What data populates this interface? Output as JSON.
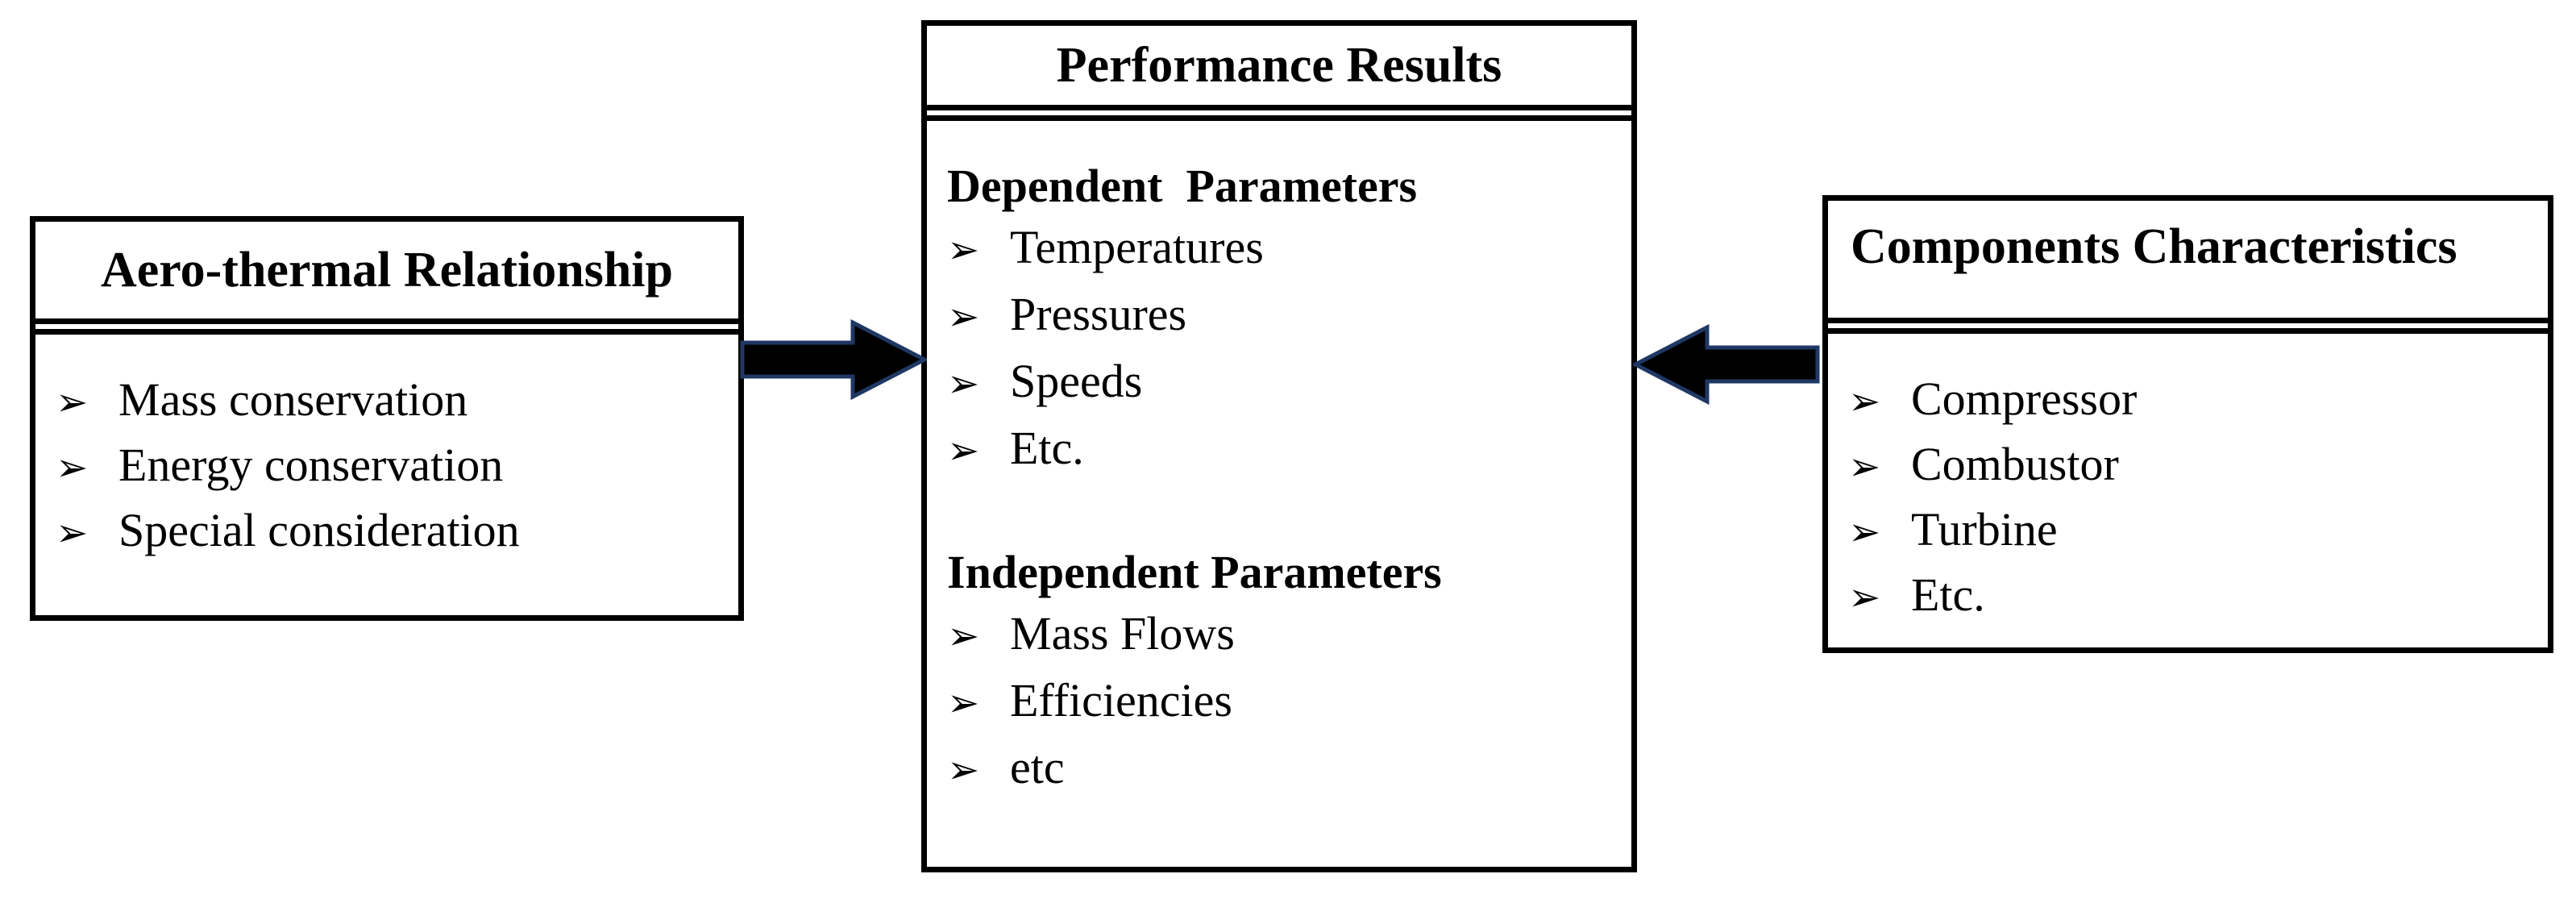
{
  "diagram": {
    "bullet_char": "➢",
    "colors": {
      "background": "#ffffff",
      "border": "#000000",
      "text": "#000000",
      "arrow_fill": "#000000",
      "arrow_outline": "#1f3864"
    },
    "left_box": {
      "title": "Aero-thermal Relationship",
      "items": [
        "Mass conservation",
        "Energy conservation",
        "Special consideration"
      ]
    },
    "center_box": {
      "title": "Performance Results",
      "sections": [
        {
          "heading": "Dependent  Parameters",
          "items": [
            "Temperatures",
            "Pressures",
            "Speeds",
            "Etc."
          ]
        },
        {
          "heading": "Independent Parameters",
          "items": [
            "Mass Flows",
            "Efficiencies",
            "etc"
          ]
        }
      ]
    },
    "right_box": {
      "title": "Components Characteristics",
      "items": [
        "Compressor",
        "Combustor",
        "Turbine",
        "Etc."
      ]
    },
    "arrows": [
      {
        "name": "left-to-center",
        "direction": "right"
      },
      {
        "name": "right-to-center",
        "direction": "left"
      }
    ]
  }
}
